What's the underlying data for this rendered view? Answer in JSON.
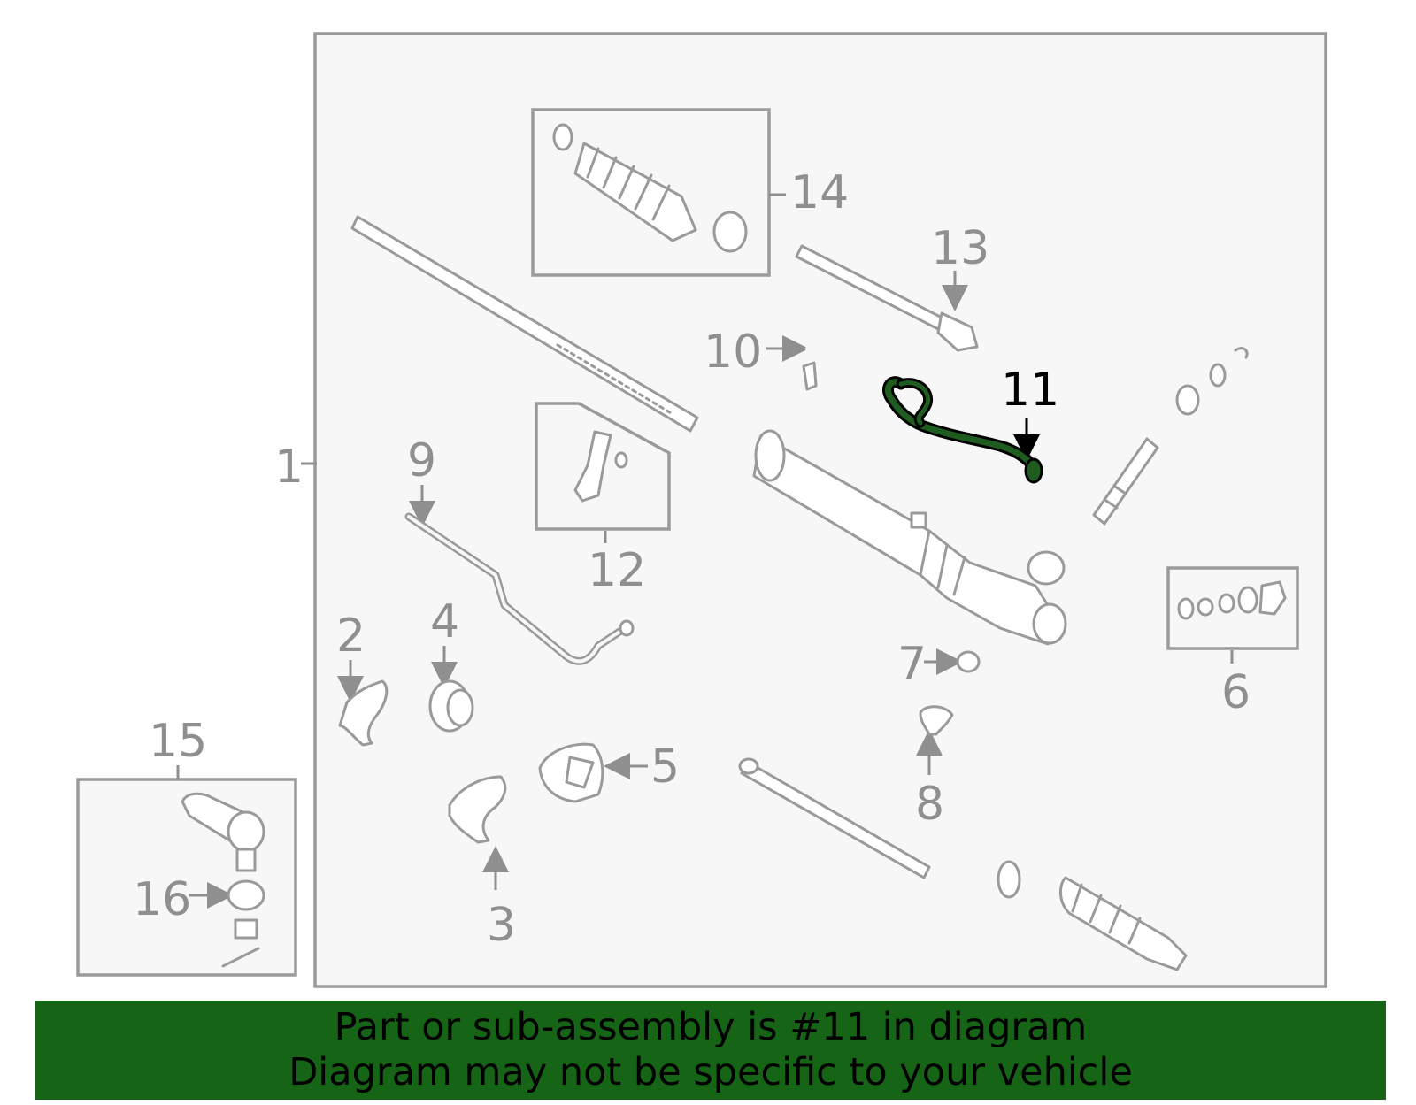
{
  "diagram": {
    "highlighted_part": "11",
    "callouts": {
      "c1": "1",
      "c2": "2",
      "c3": "3",
      "c4": "4",
      "c5": "5",
      "c6": "6",
      "c7": "7",
      "c8": "8",
      "c9": "9",
      "c10": "10",
      "c11": "11",
      "c12": "12",
      "c13": "13",
      "c14": "14",
      "c15": "15",
      "c16": "16"
    },
    "colors": {
      "highlight": "#1f5c1f",
      "parts": "#9a9a9a",
      "background": "#f7f7f7"
    }
  },
  "banner": {
    "line1": "Part or sub-assembly is #11 in diagram",
    "line2": "Diagram may not be specific to your vehicle",
    "color": "#166516"
  }
}
